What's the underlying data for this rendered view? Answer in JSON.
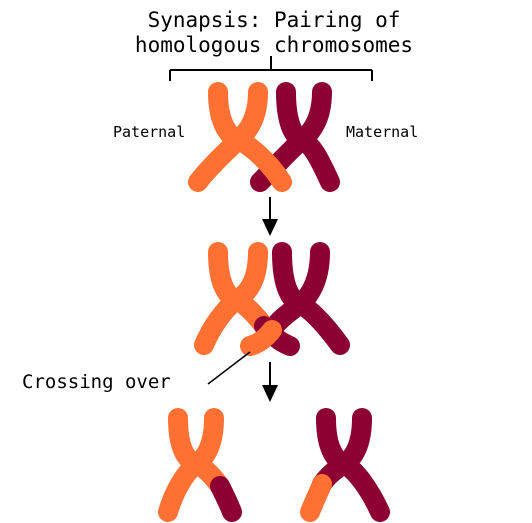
{
  "diagram": {
    "title_line1": "Synapsis: Pairing of",
    "title_line2": "homologous chromosomes",
    "label_paternal": "Paternal",
    "label_maternal": "Maternal",
    "label_crossing_over": "Crossing over"
  },
  "colors": {
    "paternal": "#ff7033",
    "maternal": "#8c0033",
    "ink": "#000000"
  }
}
